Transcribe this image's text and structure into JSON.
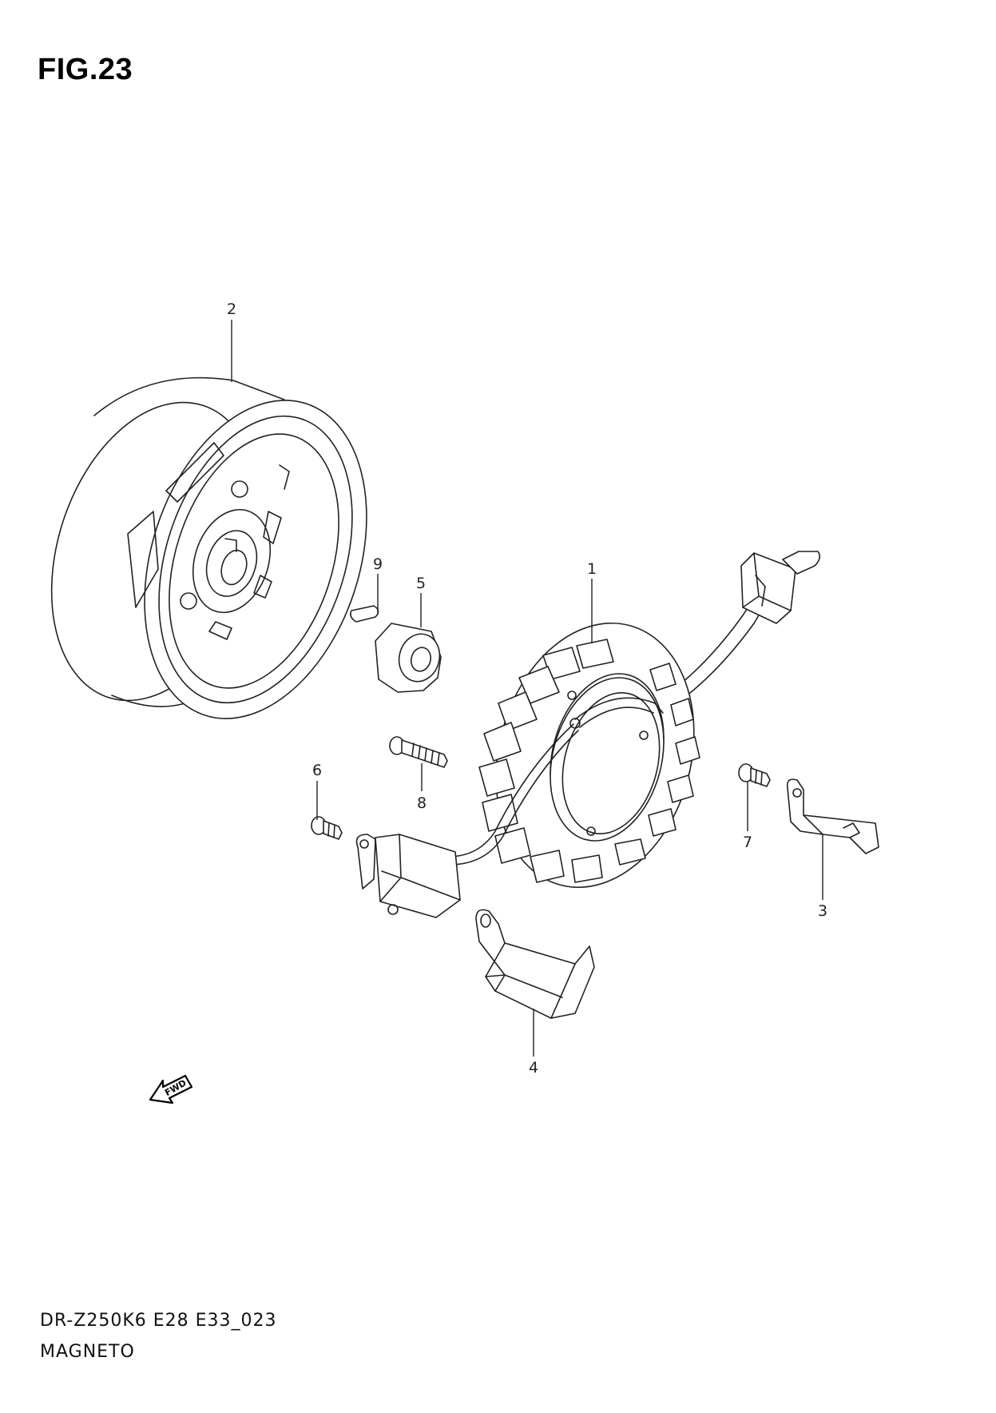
{
  "figure": {
    "title": "FIG.23",
    "model_code": "DR-Z250K6 E28 E33_023",
    "section_name": "MAGNETO"
  },
  "callouts": [
    {
      "id": "callout-1",
      "number": "1",
      "part": "stator"
    },
    {
      "id": "callout-2",
      "number": "2",
      "part": "rotor"
    },
    {
      "id": "callout-3",
      "number": "3",
      "part": "clamp"
    },
    {
      "id": "callout-4",
      "number": "4",
      "part": "clamp"
    },
    {
      "id": "callout-5",
      "number": "5",
      "part": "nut"
    },
    {
      "id": "callout-6",
      "number": "6",
      "part": "bolt"
    },
    {
      "id": "callout-7",
      "number": "7",
      "part": "bolt"
    },
    {
      "id": "callout-8",
      "number": "8",
      "part": "bolt"
    },
    {
      "id": "callout-9",
      "number": "9",
      "part": "key"
    }
  ],
  "direction_arrow": {
    "label": "FWD",
    "icon": "forward-arrow-icon"
  }
}
